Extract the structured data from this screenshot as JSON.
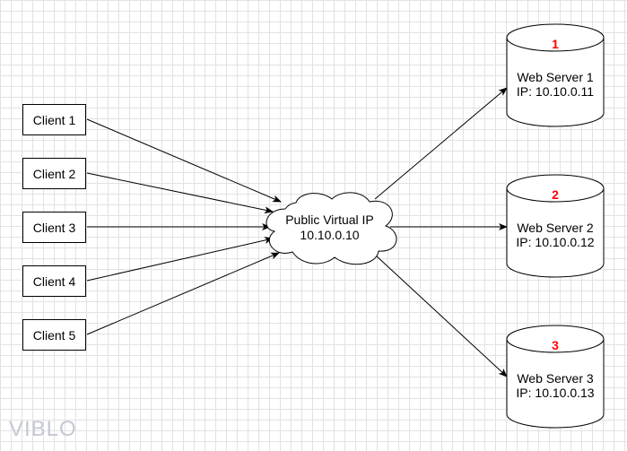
{
  "clients": [
    {
      "label": "Client 1"
    },
    {
      "label": "Client 2"
    },
    {
      "label": "Client 3"
    },
    {
      "label": "Client 4"
    },
    {
      "label": "Client 5"
    }
  ],
  "virtual_ip": {
    "title": "Public Virtual IP",
    "address": "10.10.0.10"
  },
  "servers": [
    {
      "number": "1",
      "name": "Web Server 1",
      "ip": "IP: 10.10.0.11"
    },
    {
      "number": "2",
      "name": "Web Server 2",
      "ip": "IP: 10.10.0.12"
    },
    {
      "number": "3",
      "name": "Web Server 3",
      "ip": "IP: 10.10.0.13"
    }
  ],
  "watermark": "VIBLO",
  "colors": {
    "server_number": "#ff0000",
    "stroke": "#000000",
    "grid": "#e2e2e2",
    "watermark": "#c3c8d3"
  }
}
